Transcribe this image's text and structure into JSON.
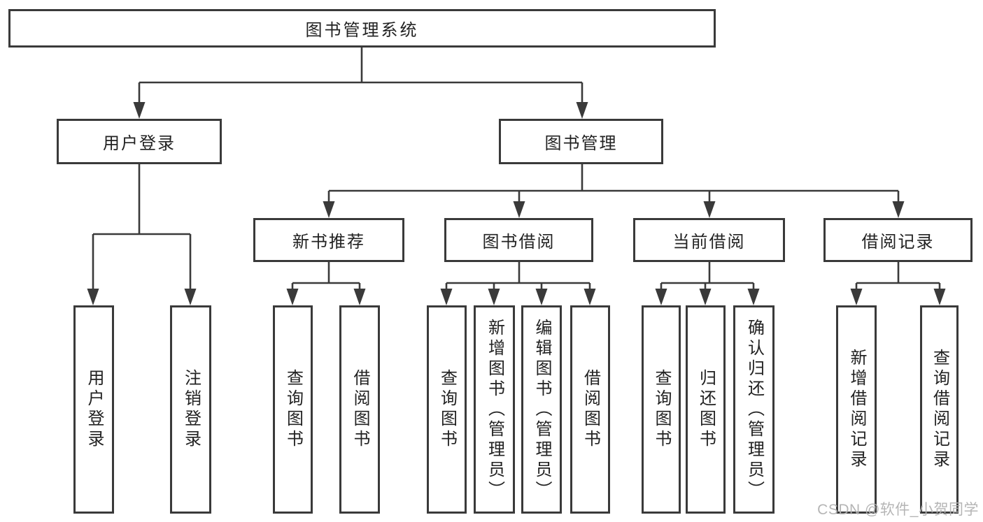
{
  "theme": {
    "line_color": "#3a3a3a",
    "text_color": "#222222",
    "background": "#ffffff",
    "watermark_color": "#b2b2b2"
  },
  "watermark": {
    "text": "CSDN @软件_小贺同学"
  },
  "tree": {
    "label": "图书管理系统",
    "children": [
      {
        "label": "用户登录",
        "children": [
          {
            "label": "用户登录"
          },
          {
            "label": "注销登录"
          }
        ]
      },
      {
        "label": "图书管理",
        "children": [
          {
            "label": "新书推荐",
            "children": [
              {
                "label": "查询图书"
              },
              {
                "label": "借阅图书"
              }
            ]
          },
          {
            "label": "图书借阅",
            "children": [
              {
                "label": "查询图书"
              },
              {
                "label": "新增图书（管理员）"
              },
              {
                "label": "编辑图书（管理员）"
              },
              {
                "label": "借阅图书"
              }
            ]
          },
          {
            "label": "当前借阅",
            "children": [
              {
                "label": "查询图书"
              },
              {
                "label": "归还图书"
              },
              {
                "label": "确认归还（管理员）"
              }
            ]
          },
          {
            "label": "借阅记录",
            "children": [
              {
                "label": "新增借阅记录"
              },
              {
                "label": "查询借阅记录"
              }
            ]
          }
        ]
      }
    ]
  }
}
